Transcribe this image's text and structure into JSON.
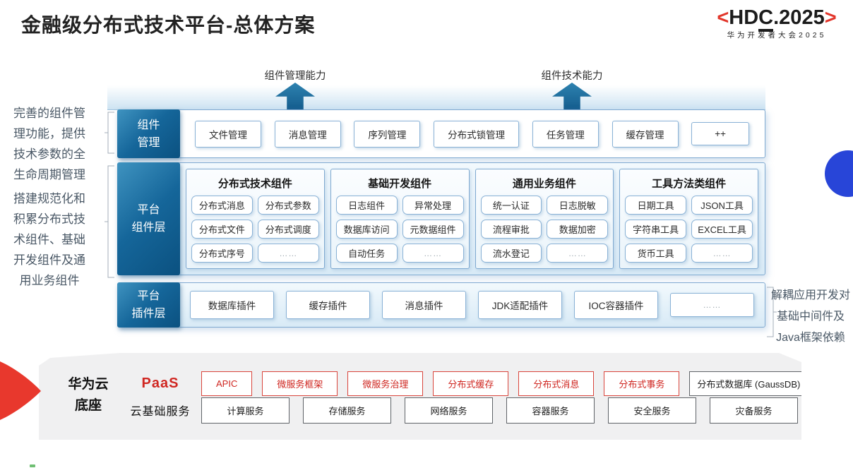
{
  "page": {
    "title": "金融级分布式技术平台-总体方案"
  },
  "logo": {
    "bracket_left": "<",
    "part1": "HD",
    "part2": "C",
    "part3": ".2025",
    "bracket_right": ">",
    "subtitle": "华为开发者大会2025"
  },
  "annotations": {
    "left_top": "完善的组件管理功能，提供技术参数的全生命周期管理",
    "left_bottom": "搭建规范化和积累分布式技术组件、基础开发组件及通用业务组件",
    "right": "解耦应用开发对基础中间件及Java框架依赖"
  },
  "arrows": {
    "left": "组件管理能力",
    "right": "组件技术能力"
  },
  "component_mgmt": {
    "label_line1": "组件",
    "label_line2": "管理",
    "items": [
      "文件管理",
      "消息管理",
      "序列管理",
      "分布式锁管理",
      "任务管理",
      "缓存管理",
      "++"
    ]
  },
  "platform_components": {
    "label_line1": "平台",
    "label_line2": "组件层",
    "columns": [
      {
        "title": "分布式技术组件",
        "items": [
          "分布式消息",
          "分布式参数",
          "分布式文件",
          "分布式调度",
          "分布式序号",
          "……"
        ]
      },
      {
        "title": "基础开发组件",
        "items": [
          "日志组件",
          "异常处理",
          "数据库访问",
          "元数据组件",
          "自动任务",
          "……"
        ]
      },
      {
        "title": "通用业务组件",
        "items": [
          "统一认证",
          "日志脱敏",
          "流程审批",
          "数据加密",
          "流水登记",
          "……"
        ]
      },
      {
        "title": "工具方法类组件",
        "items": [
          "日期工具",
          "JSON工具",
          "字符串工具",
          "EXCEL工具",
          "货币工具",
          "……"
        ]
      }
    ]
  },
  "platform_plugins": {
    "label_line1": "平台",
    "label_line2": "插件层",
    "items": [
      "数据库插件",
      "缓存插件",
      "消息插件",
      "JDK适配插件",
      "IOC容器插件",
      "……"
    ]
  },
  "foundation": {
    "label_line1": "华为云",
    "label_line2": "底座",
    "paas_label": "PaaS",
    "paas_items": [
      "APIC",
      "微服务框架",
      "微服务治理",
      "分布式缓存",
      "分布式消息",
      "分布式事务"
    ],
    "paas_db_item": "分布式数据库 (GaussDB)",
    "cloud_label": "云基础服务",
    "cloud_items": [
      "计算服务",
      "存储服务",
      "网络服务",
      "容器服务",
      "安全服务",
      "灾备服务"
    ]
  },
  "colors": {
    "accent_red": "#D02722",
    "teal": "#15669A",
    "blue_dot": "#2845D8"
  }
}
